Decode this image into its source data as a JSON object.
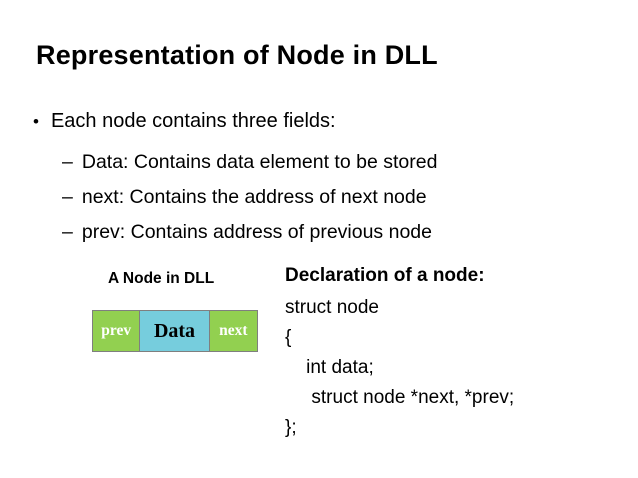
{
  "slide": {
    "title": "Representation of Node in DLL",
    "bullets": [
      {
        "marker": "•",
        "text": "Each node contains three fields:"
      },
      {
        "marker": "–",
        "text": "Data: Contains data element to be stored"
      },
      {
        "marker": "–",
        "text": "next: Contains the address of next node"
      },
      {
        "marker": "–",
        "text": "prev: Contains address of previous node"
      }
    ],
    "diagram": {
      "caption": "A Node in DLL",
      "cells": [
        {
          "label": "prev",
          "color": "#92d050"
        },
        {
          "label": "Data",
          "color": "#76cddd"
        },
        {
          "label": "next",
          "color": "#92d050"
        }
      ]
    },
    "declaration": {
      "heading": "Declaration of a node:",
      "lines": [
        "struct node",
        "{",
        "    int data;",
        "     struct node *next, *prev;",
        "};"
      ]
    }
  }
}
